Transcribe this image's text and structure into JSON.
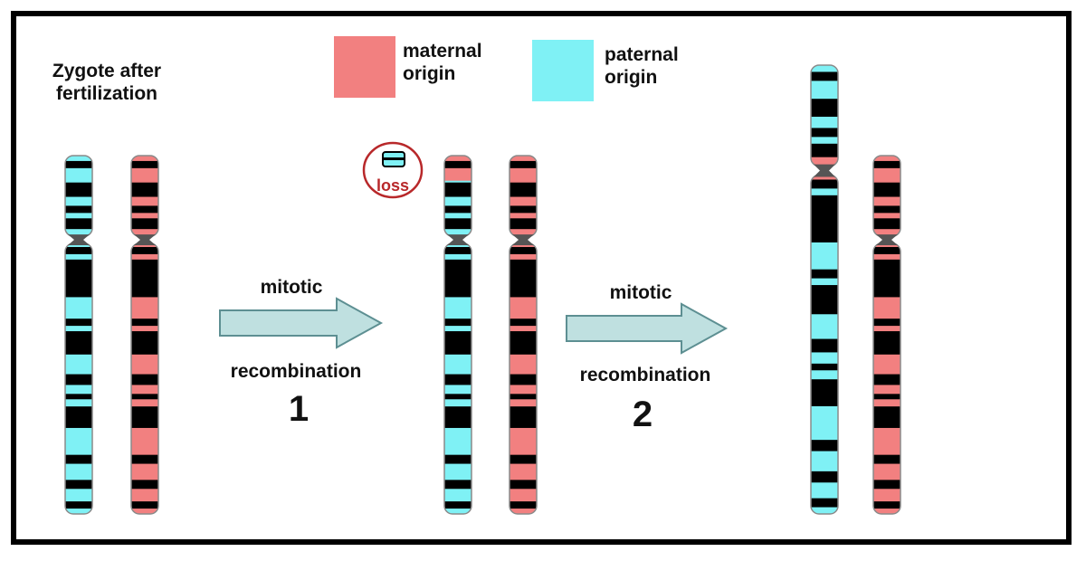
{
  "colors": {
    "maternal": "#f28080",
    "paternal": "#7ff1f5",
    "band": "#000000",
    "arrow_fill": "#bfe0e0",
    "arrow_stroke": "#5d8f92",
    "loss_circle": "#b8282a"
  },
  "legend": {
    "maternal_label": "maternal origin",
    "paternal_label": "paternal origin"
  },
  "zygote": {
    "title": "Zygote after fertilization"
  },
  "loss": {
    "label": "loss"
  },
  "steps": [
    {
      "top": "mitotic",
      "bottom": "recombination",
      "number": "1"
    },
    {
      "top": "mitotic",
      "bottom": "recombination",
      "number": "2"
    }
  ]
}
